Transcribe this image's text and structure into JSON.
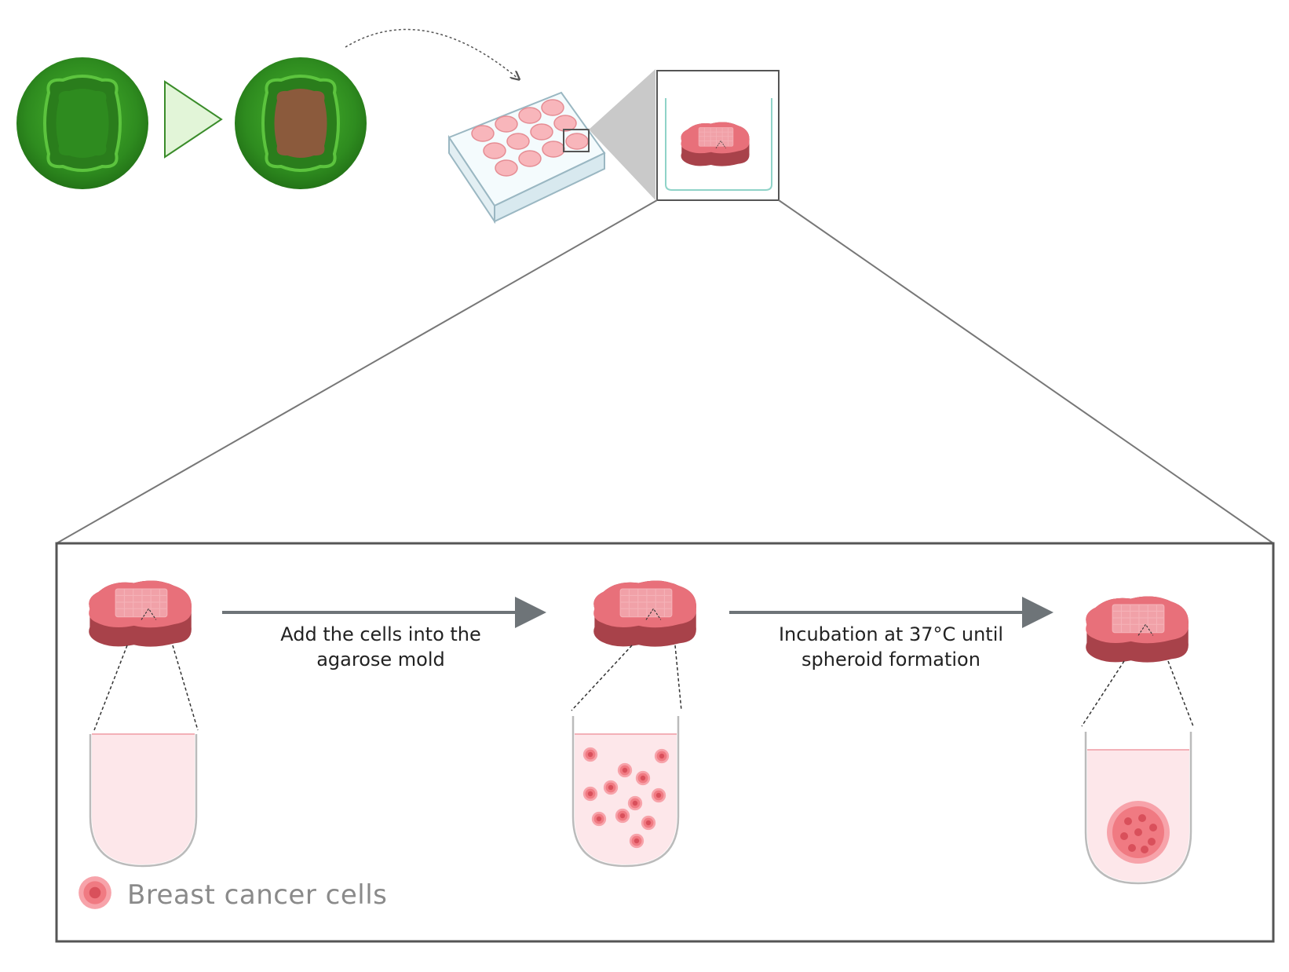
{
  "steps": [
    {
      "line1": "Add the cells into the",
      "line2": "agarose mold"
    },
    {
      "line1": "Incubation at 37°C until",
      "line2": "spheroid formation"
    }
  ],
  "legend": {
    "label": "Breast cancer cells"
  },
  "colors": {
    "mold_green": "#2e8b1f",
    "mold_green_light": "#49b52f",
    "agarose_brown": "#8b5a3c",
    "agarose_pink": "#e8707a",
    "agarose_dark": "#a8424a",
    "cell_pink": "#f07a82",
    "media_pink": "#fde7ea",
    "arrow_gray": "#6e7478",
    "frame_gray": "#555555",
    "triangle_fill": "#e2f5d8"
  },
  "icons": [
    "mold-icon",
    "plate-icon",
    "agarose-mold-icon",
    "tube-icon",
    "cell-icon",
    "spheroid-icon"
  ]
}
